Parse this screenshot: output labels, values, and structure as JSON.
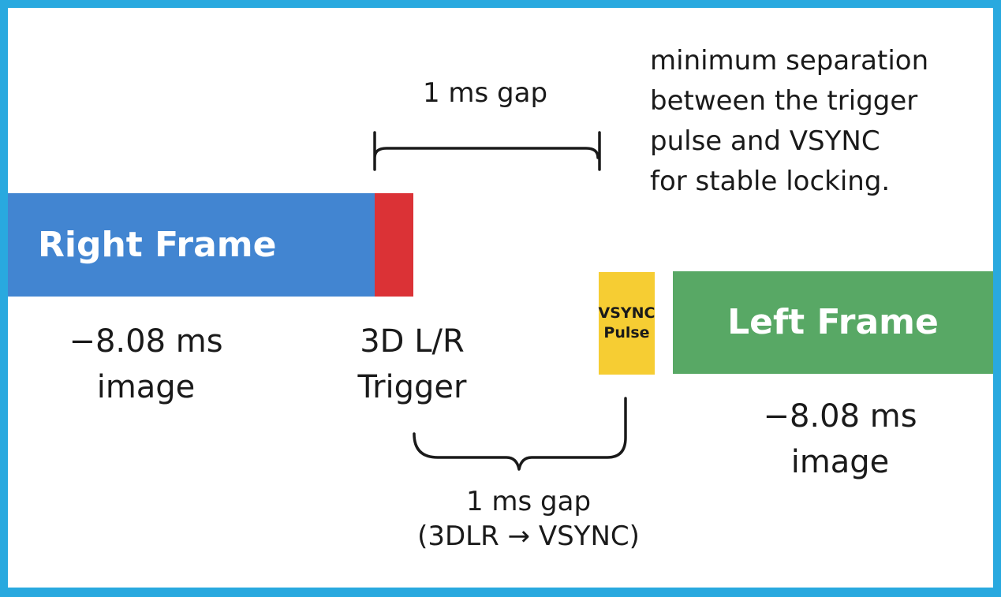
{
  "frames": {
    "right": {
      "label": "Right Frame",
      "duration_line1": "−8.08 ms",
      "duration_line2": "image",
      "color": "#4285d1"
    },
    "left": {
      "label": "Left Frame",
      "duration_line1": "−8.08 ms",
      "duration_line2": "image",
      "color": "#58a865"
    }
  },
  "trigger": {
    "label_line1": "3D L/R",
    "label_line2": "Trigger",
    "color": "#db3236"
  },
  "vsync": {
    "label_line1": "VSYNC",
    "label_line2": "Pulse",
    "color": "#f6cd33"
  },
  "top_gap": {
    "label": "1 ms gap"
  },
  "bottom_gap": {
    "label_line1": "1 ms gap",
    "label_line2": "(3DLR → VSYNC)"
  },
  "note": {
    "lines": [
      "minimum separation",
      "between the trigger",
      "pulse and VSYNC",
      "for stable locking."
    ]
  },
  "colors": {
    "border": "#29a9df",
    "background": "#ffffff",
    "text": "#1a1a1a"
  }
}
